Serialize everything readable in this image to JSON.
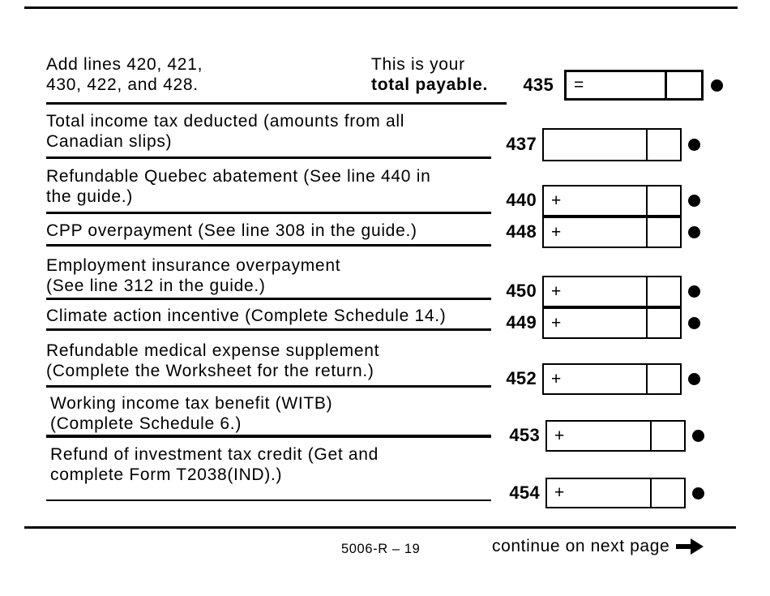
{
  "header": {
    "instruction_line1": "Add lines 420, 421,",
    "instruction_line2": "430, 422, and 428.",
    "note_line1": "This is your",
    "note_line2": "total payable."
  },
  "rows": [
    {
      "line_number": "435",
      "operator": "=",
      "amount": "",
      "cents": ""
    },
    {
      "line_number": "437",
      "operator": "",
      "label_line1": "Total income tax deducted (amounts from all",
      "label_line2": "Canadian slips)",
      "amount": "",
      "cents": ""
    },
    {
      "line_number": "440",
      "operator": "+",
      "label_line1": "Refundable Quebec abatement (See line 440 in",
      "label_line2": "the guide.)",
      "amount": "",
      "cents": ""
    },
    {
      "line_number": "448",
      "operator": "+",
      "label_line1": "CPP overpayment (See line 308 in the guide.)",
      "label_line2": "",
      "amount": "",
      "cents": ""
    },
    {
      "line_number": "450",
      "operator": "+",
      "label_line1": "Employment insurance overpayment",
      "label_line2": "(See line 312 in the guide.)",
      "amount": "",
      "cents": ""
    },
    {
      "line_number": "449",
      "operator": "+",
      "label_line1": "Climate action incentive (Complete Schedule 14.)",
      "label_line2": "",
      "amount": "",
      "cents": ""
    },
    {
      "line_number": "452",
      "operator": "+",
      "label_line1": "Refundable medical expense supplement",
      "label_line2": "(Complete the Worksheet for the return.)",
      "amount": "",
      "cents": ""
    },
    {
      "line_number": "453",
      "operator": "+",
      "label_line1": "Working income tax benefit (WITB)",
      "label_line2": "(Complete Schedule 6.)",
      "amount": "",
      "cents": ""
    },
    {
      "line_number": "454",
      "operator": "+",
      "label_line1": "Refund of investment tax credit (Get and",
      "label_line2": "complete Form T2038(IND).)",
      "amount": "",
      "cents": ""
    }
  ],
  "footer": {
    "form_code": "5006-R – 19",
    "continue_text": "continue on next page",
    "arrow_icon": "next-page-arrow"
  },
  "colors": {
    "ink": "#000000",
    "background": "#ffffff"
  }
}
